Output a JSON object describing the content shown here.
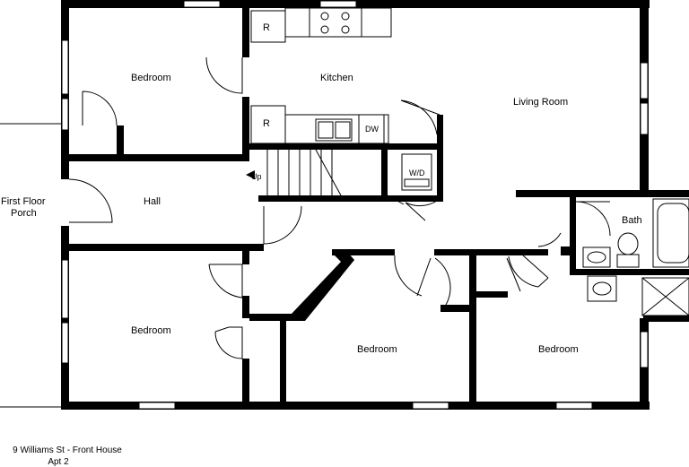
{
  "rooms": {
    "bedroom_nw": "Bedroom",
    "kitchen": "Kitchen",
    "living_room": "Living Room",
    "hall": "Hall",
    "porch_line1": "First Floor",
    "porch_line2": "Porch",
    "bath": "Bath",
    "bedroom_sw": "Bedroom",
    "bedroom_s_mid": "Bedroom",
    "bedroom_se": "Bedroom"
  },
  "fixtures": {
    "fridge_top": "R",
    "fridge_bottom": "R",
    "dishwasher": "DW",
    "washer_dryer": "W/D",
    "stairs": "Up"
  },
  "caption": {
    "line1": "9 Williams St - Front House",
    "line2": "Apt 2"
  }
}
